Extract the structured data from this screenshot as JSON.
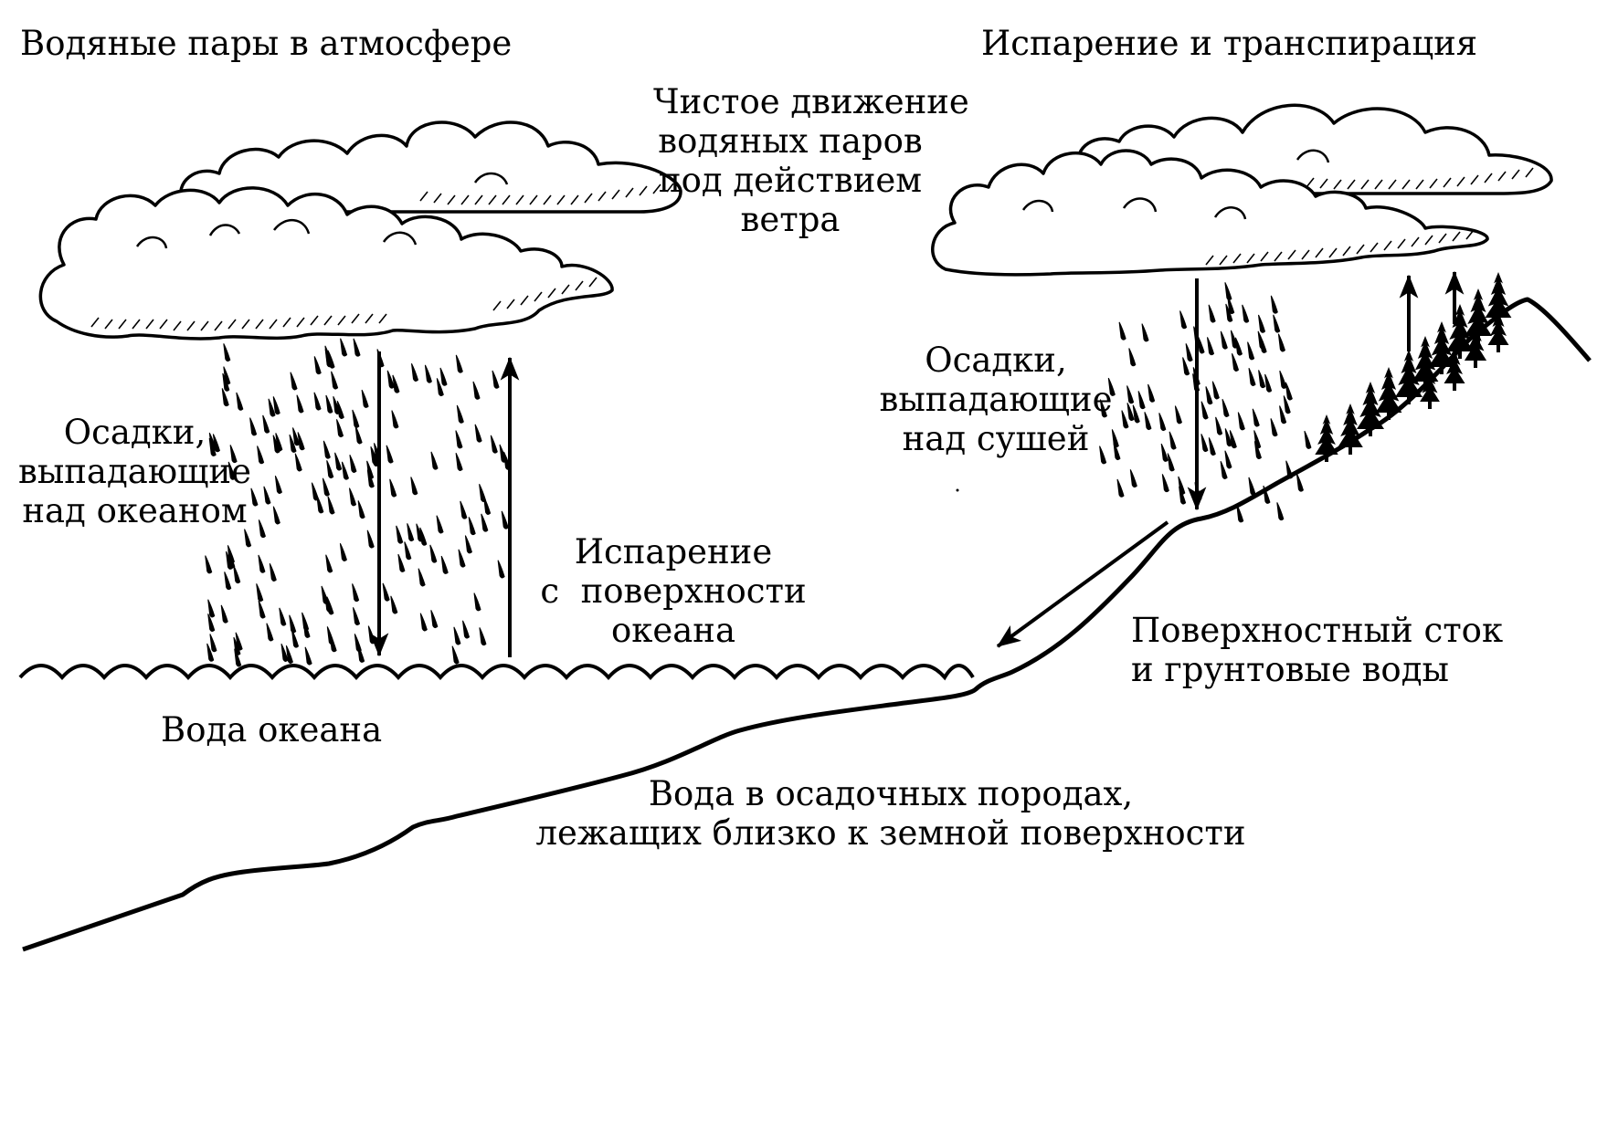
{
  "labels": {
    "atmosphere_vapor": "Водяные пары в атмосфере",
    "evapotranspiration": "Испарение и транспирация",
    "wind_transport": "Чистое движение\nводяных паров\nпод действием\nветра",
    "precip_ocean": "Осадки,\nвыпадающие\nнад океаном",
    "evap_ocean": "Испарение\nс  поверхности\nокеана",
    "precip_land": "Осадки,\nвыпадающие\nнад сушей",
    "runoff": "Поверхностный сток\nи грунтовые воды",
    "ocean_water": "Вода океана",
    "sediment_water": "Вода в осадочных породах,\nлежащих близко к земной поверхности"
  }
}
